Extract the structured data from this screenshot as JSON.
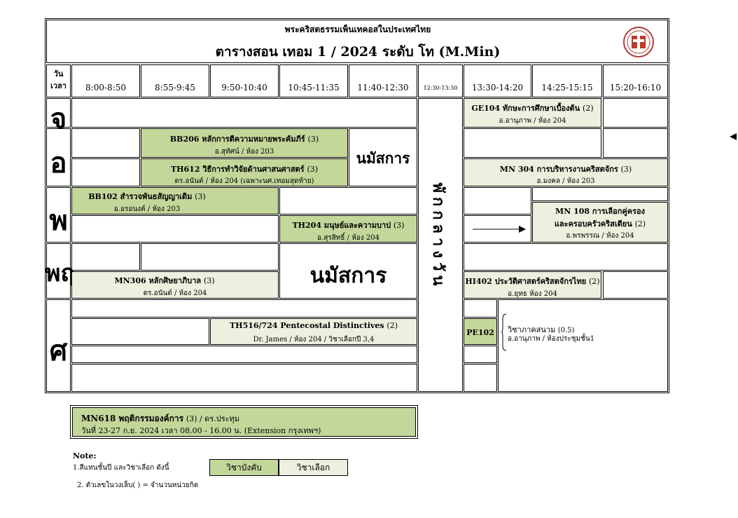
{
  "header": {
    "org": "พระคริสตธรรมเพ็นเทคอสในประเทศไทย",
    "title": "ตารางสอน เทอม 1 / 2024 ระดับ โท (M.Min)",
    "logo_icon": "seal-logo-icon"
  },
  "corner": {
    "day": "วัน",
    "time": "เวลา"
  },
  "times": [
    "8:00-8:50",
    "8:55-9:45",
    "9:50-10:40",
    "10:45-11:35",
    "11:40-12:30",
    "12:30-13:30",
    "13:30-14:20",
    "14:25-15:15",
    "15:20-16:10"
  ],
  "days": [
    "จ",
    "อ",
    "พ",
    "พฤ",
    "ศ"
  ],
  "lunch": "พักกลางวัน",
  "worship": "นมัสการ",
  "courses": {
    "ge104": {
      "name": "GE104 ทักษะการศึกษาเบื้องต้น",
      "credit": "(2)",
      "detail": "อ.อานุภาพ / ห้อง 204"
    },
    "bb206": {
      "name": "BB206 หลักการตีความหมายพระคัมภีร์",
      "credit": "(3)",
      "detail": "อ.สุทัศน์ / ห้อง 203"
    },
    "th612": {
      "name": "TH612 วิธีการทำวิจัยด้านศาสนศาสตร์",
      "credit": "(3)",
      "detail": "ดร.อนันต์ / ห้อง 204 (เฉพาะนศ.เทอมสุดท้าย)"
    },
    "mn304": {
      "name": "MN 304 การบริหารงานคริสตจักร",
      "credit": "(3)",
      "detail": "อ.มงคล / ห้อง 203"
    },
    "bb102": {
      "name": "BB102 สำรวจพันธสัญญาเดิม",
      "credit": "(3)",
      "detail": "อ.อรอนงค์ / ห้อง 203"
    },
    "mn108": {
      "name1": "MN 108 การเลือกคู่ครอง",
      "name2": "และครอบครัวคริสเตียน",
      "credit": "(2)",
      "detail": "อ.พรพรรณ / ห้อง 204"
    },
    "th204": {
      "name": "TH204 มนุษย์และความบาป",
      "credit": "(3)",
      "detail": "อ.สุรสิทธิ์ / ห้อง 204"
    },
    "mn306": {
      "name": "MN306 หลักศิษยาภิบาล",
      "credit": "(3)",
      "detail": "ดร.อนันต์ / ห้อง 204"
    },
    "hi402": {
      "name": "HI402 ประวัติศาสตร์คริสตจักรไทย",
      "credit": "(2)",
      "detail": "อ.ยุทธ ห้อง 204"
    },
    "th516": {
      "name": "TH516/724 Pentecostal Distinctives",
      "credit": "(2)",
      "detail": "Dr. James / ห้อง 204 / วิชาเลือกปี 3,4"
    },
    "pe102": {
      "code": "PE102",
      "name": "วิชาภาคสนาม",
      "credit": "(0.5)",
      "detail": "อ.อานุภาพ / ห้องประชุมชั้น1"
    },
    "mn618": {
      "name": "MN618 พฤติกรรมองค์การ",
      "extra": "(3) / ดร.ประทุม",
      "detail": "วันที่ 23-27 ก.ย. 2024 เวลา 08.00 - 16.00 น. (Extension กรุงเทพฯ)"
    }
  },
  "legend": {
    "note": "Note:",
    "line1": "1.สีแทนชั้นปี และวิชาเลือก ดังนี้",
    "required": "วิชาบังคับ",
    "elective": "วิชาเลือก",
    "line2": "2. ตัวเลขในวงเล็บ( ) = จำนวนหน่วยกิต"
  },
  "colors": {
    "required": "#c4d79b",
    "elective": "#ebf1de"
  }
}
